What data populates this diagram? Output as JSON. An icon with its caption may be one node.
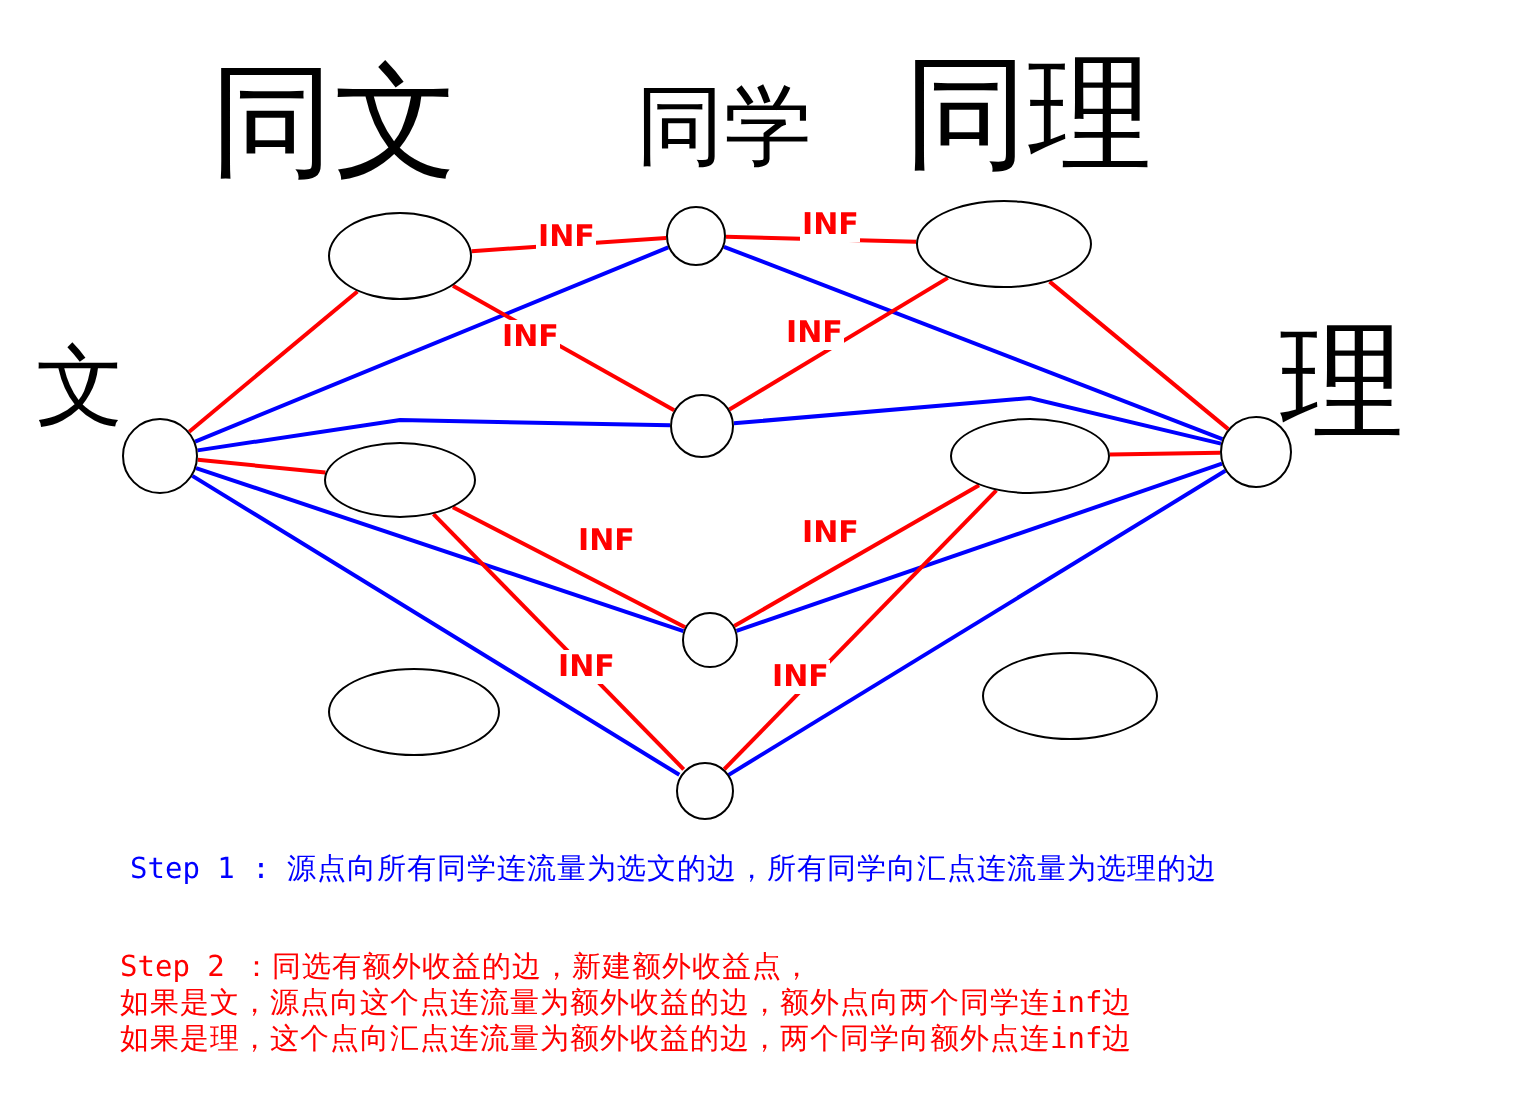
{
  "diagram": {
    "nodes": [
      {
        "text": [],
        "shape": "ellipse"
      },
      {
        "text": [],
        "shape": "circle"
      },
      {
        "text": [],
        "shape": "ellipse"
      },
      {
        "text": [],
        "shape": "circle",
        "beside": [
          "文"
        ]
      },
      {
        "text": [],
        "shape": "ellipse"
      },
      {
        "text": [],
        "shape": "circle"
      },
      {
        "text": [],
        "shape": "ellipse"
      },
      {
        "text": [],
        "shape": "circle",
        "beside": [
          "理"
        ]
      },
      {
        "text": [],
        "shape": "circle"
      },
      {
        "text": [],
        "shape": "ellipse"
      },
      {
        "text": [],
        "shape": "ellipse"
      },
      {
        "text": [],
        "shape": "circle"
      }
    ],
    "edges": [
      {
        "from": 3,
        "to": 1,
        "arrow": "none",
        "color": "#0000ff"
      },
      {
        "from": 3,
        "to": 5,
        "arrow": "none",
        "color": "#0000ff"
      },
      {
        "from": 3,
        "to": 8,
        "arrow": "none",
        "color": "#0000ff"
      },
      {
        "from": 3,
        "to": 11,
        "arrow": "none",
        "color": "#0000ff"
      },
      {
        "from": 1,
        "to": 7,
        "arrow": "none",
        "color": "#0000ff"
      },
      {
        "from": 5,
        "to": 7,
        "arrow": "none",
        "color": "#0000ff"
      },
      {
        "from": 8,
        "to": 7,
        "arrow": "none",
        "color": "#0000ff"
      },
      {
        "from": 11,
        "to": 7,
        "arrow": "none",
        "color": "#0000ff"
      },
      {
        "from": 3,
        "to": 0,
        "arrow": "none"
      },
      {
        "from": 0,
        "to": 1,
        "arrow": "none",
        "label": "INF"
      },
      {
        "from": 0,
        "to": 5,
        "arrow": "none",
        "label": "INF"
      },
      {
        "from": 1,
        "to": 2,
        "arrow": "none",
        "label": "INF"
      },
      {
        "from": 5,
        "to": 2,
        "arrow": "none",
        "label": "INF"
      },
      {
        "from": 2,
        "to": 7,
        "arrow": "none"
      },
      {
        "from": 3,
        "to": 4,
        "arrow": "none"
      },
      {
        "from": 4,
        "to": 8,
        "arrow": "none",
        "label": "INF"
      },
      {
        "from": 4,
        "to": 11,
        "arrow": "none",
        "label": "INF"
      },
      {
        "from": 8,
        "to": 6,
        "arrow": "none",
        "label": "INF"
      },
      {
        "from": 11,
        "to": 6,
        "arrow": "none",
        "label": "INF"
      },
      {
        "from": 6,
        "to": 7,
        "arrow": "none"
      }
    ],
    "labels": [
      "同文",
      "同学",
      "同理",
      "Step 1 : 源点向所有同学连流量为选文的边，所有同学向汇点连流量为选理的边",
      "Step 2 ：同选有额外收益的边，新建额外收益点，",
      "如果是文，源点向这个点连流量为额外收益的边，额外点向两个同学连inf边",
      "如果是理，这个点向汇点连流量为额外收益的边，两个同学向额外点连inf边"
    ]
  }
}
